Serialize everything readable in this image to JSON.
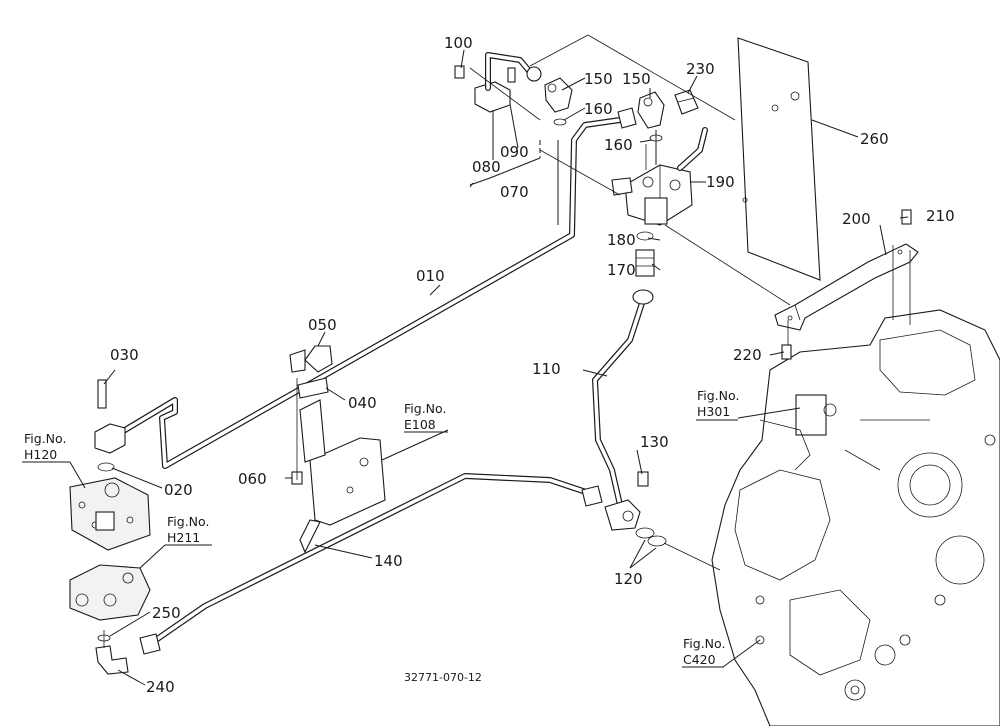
{
  "diagram_code": "32771-070-12",
  "callouts": {
    "p010": "010",
    "p020": "020",
    "p030": "030",
    "p040": "040",
    "p050": "050",
    "p060": "060",
    "p070": "070",
    "p080": "080",
    "p090": "090",
    "p100": "100",
    "p110": "110",
    "p120": "120",
    "p130": "130",
    "p140": "140",
    "p150a": "150",
    "p150b": "150",
    "p160a": "160",
    "p160b": "160",
    "p170": "170",
    "p180": "180",
    "p190": "190",
    "p200": "200",
    "p210": "210",
    "p220": "220",
    "p230": "230",
    "p240": "240",
    "p250": "250",
    "p260": "260"
  },
  "figure_refs": {
    "h120": {
      "line1": "Fig.No.",
      "line2": "H120"
    },
    "h211": {
      "line1": "Fig.No.",
      "line2": "H211"
    },
    "e108": {
      "line1": "Fig.No.",
      "line2": "E108"
    },
    "h301": {
      "line1": "Fig.No.",
      "line2": "H301"
    },
    "c420": {
      "line1": "Fig.No.",
      "line2": "C420"
    }
  }
}
